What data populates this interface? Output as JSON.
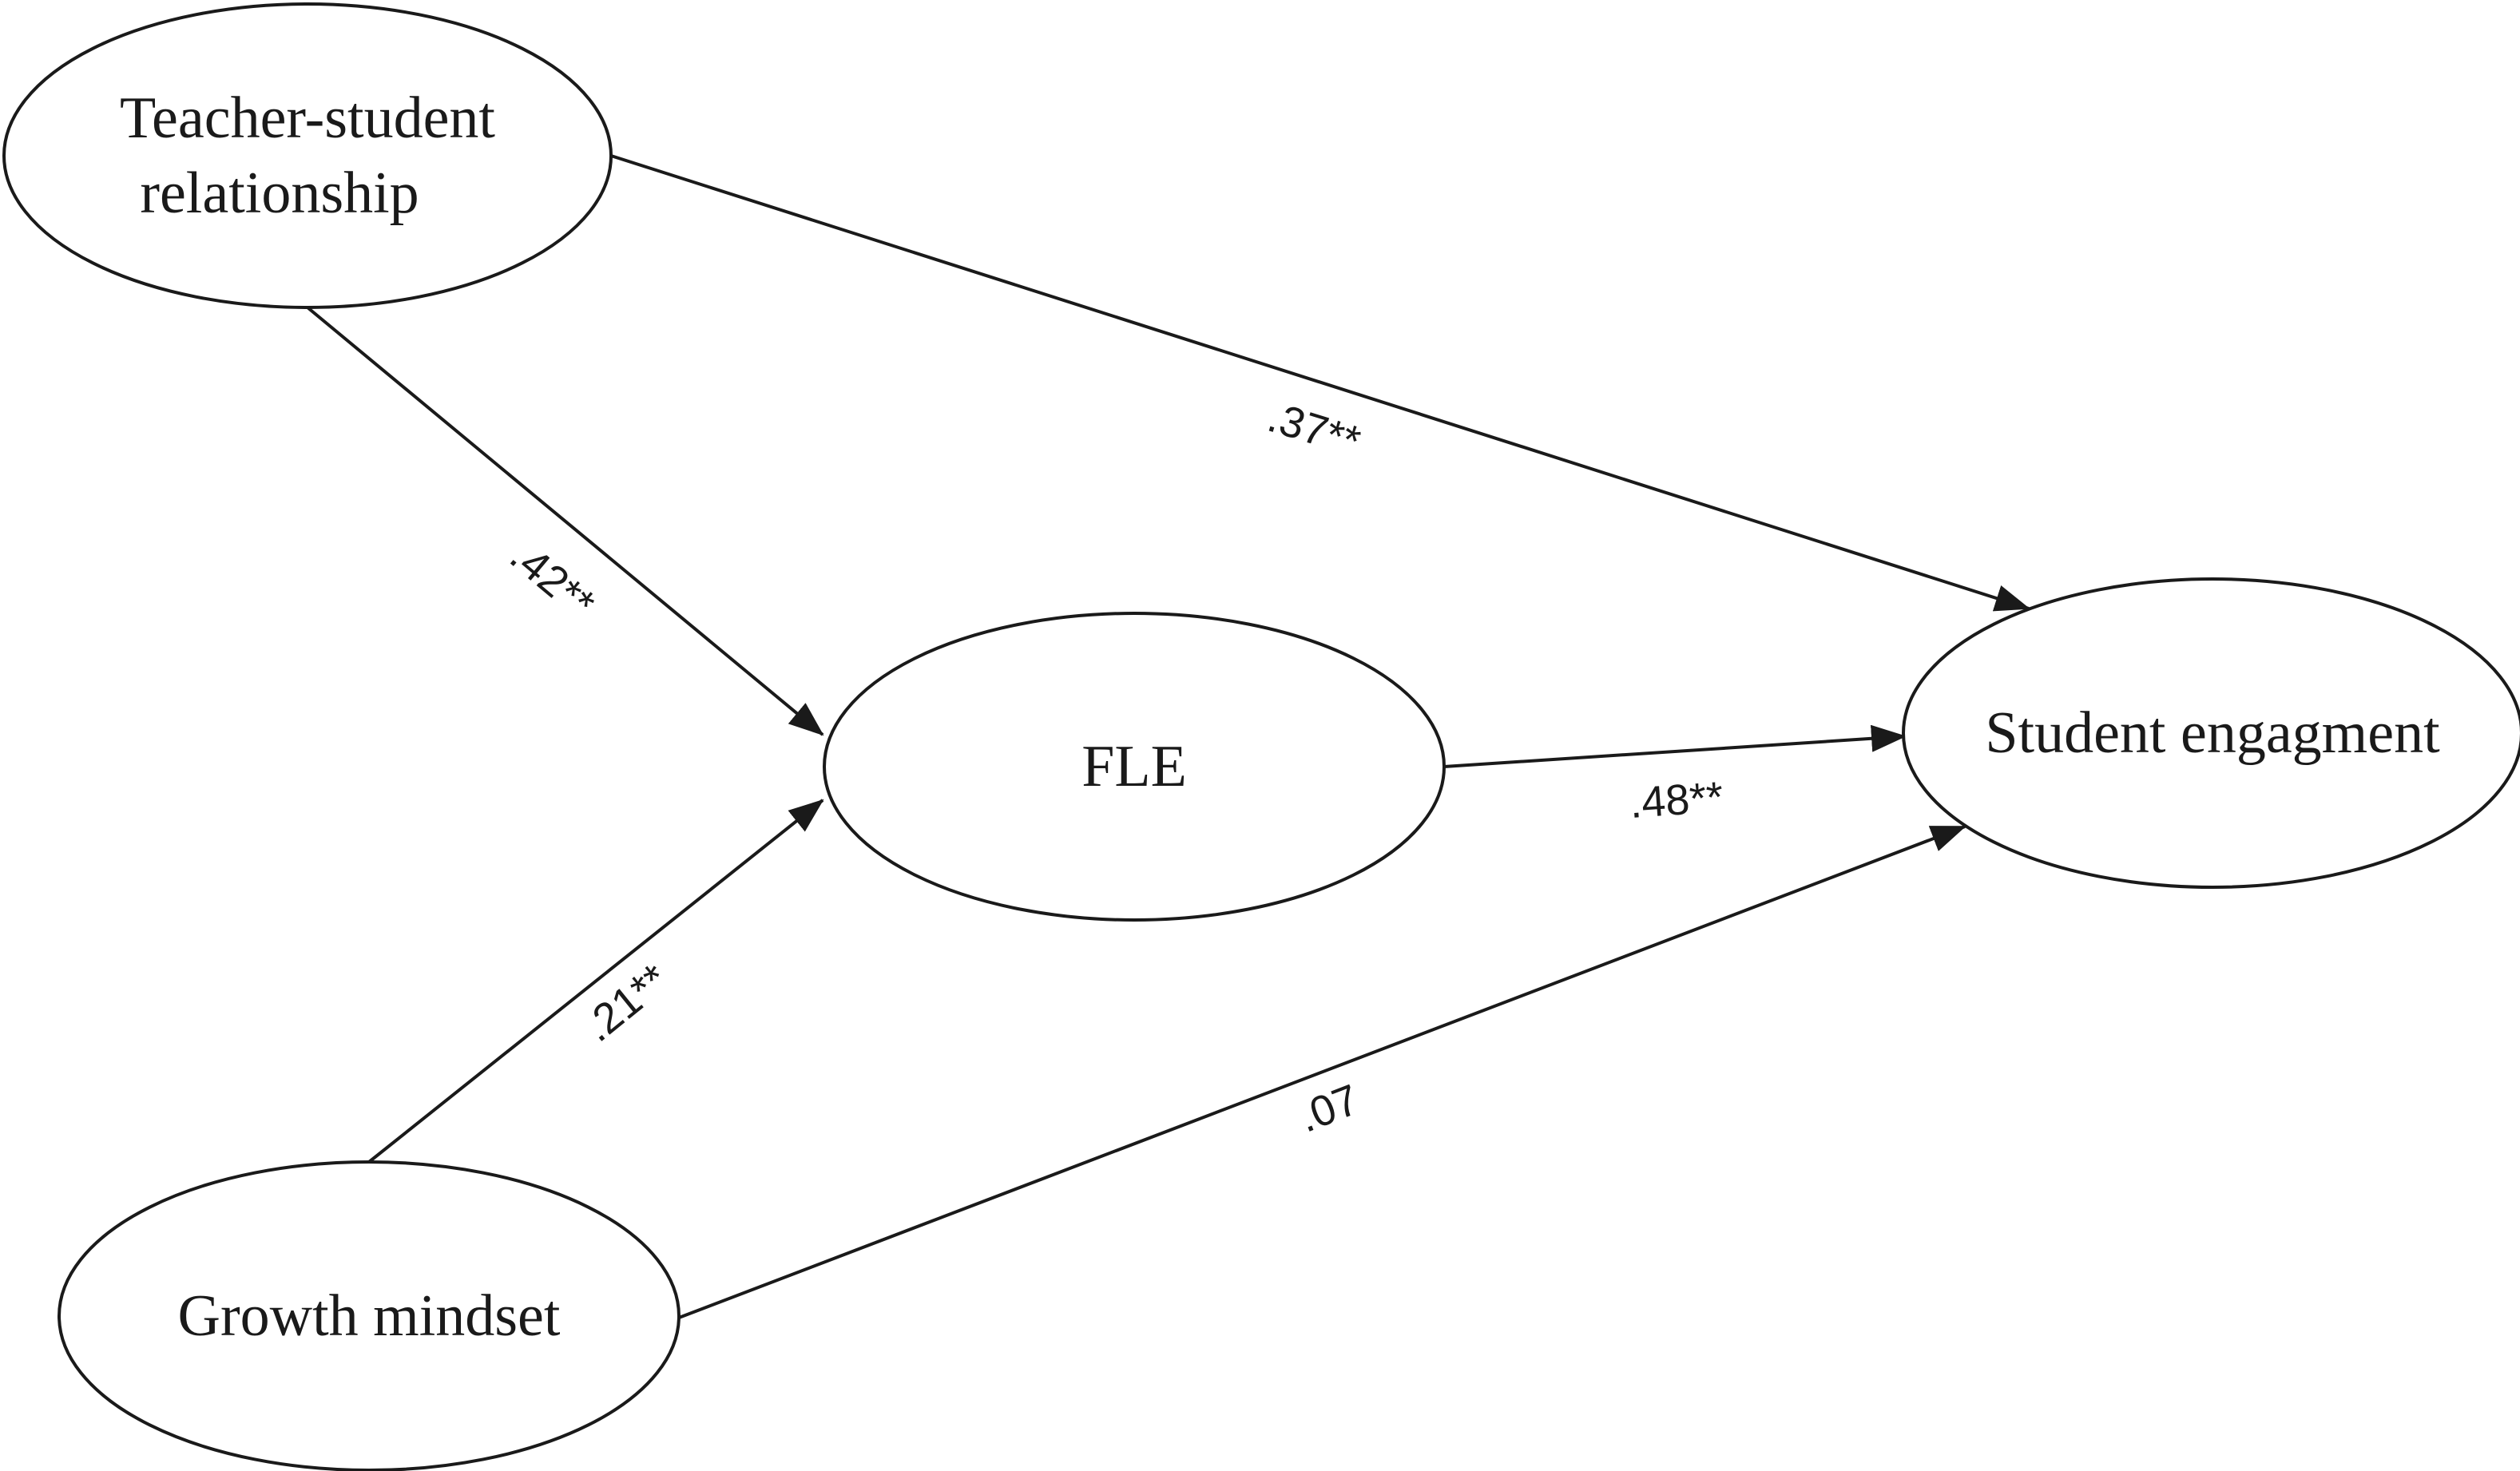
{
  "nodes": {
    "tsr": {
      "lines": [
        "Teacher-student",
        "relationship"
      ]
    },
    "gm": {
      "lines": [
        "Growth mindset"
      ]
    },
    "fle": {
      "lines": [
        "FLE"
      ]
    },
    "se": {
      "lines": [
        "Student engagment"
      ]
    }
  },
  "edges": [
    {
      "id": "tsr-fle",
      "from": "tsr",
      "to": "fle",
      "coefficient": ".42**"
    },
    {
      "id": "tsr-se",
      "from": "tsr",
      "to": "se",
      "coefficient": ".37**"
    },
    {
      "id": "gm-fle",
      "from": "gm",
      "to": "fle",
      "coefficient": ".21**"
    },
    {
      "id": "gm-se",
      "from": "gm",
      "to": "se",
      "coefficient": ".07"
    },
    {
      "id": "fle-se",
      "from": "fle",
      "to": "se",
      "coefficient": ".48**"
    }
  ]
}
